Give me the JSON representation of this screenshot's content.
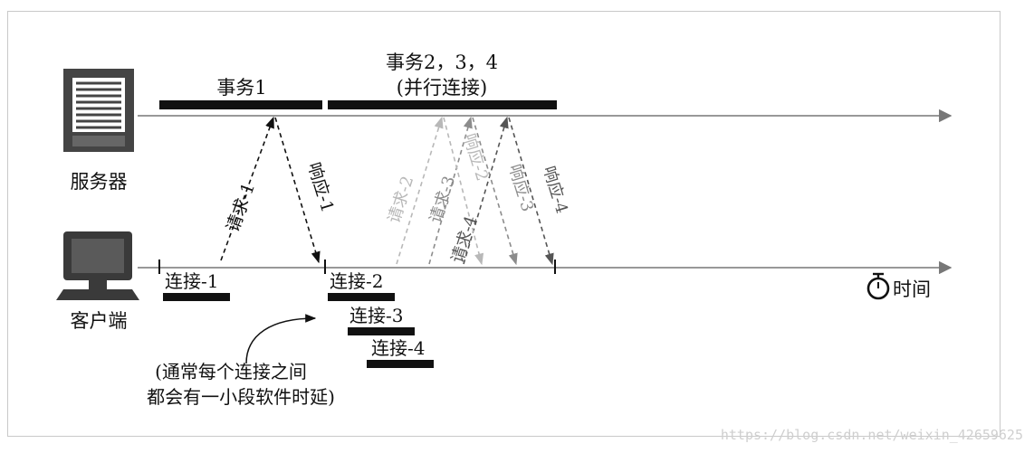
{
  "nodes": {
    "server": "服务器",
    "client": "客户端"
  },
  "transactions": {
    "t1": "事务1",
    "t234": "事务2，3，4",
    "t234_note": "(并行连接)"
  },
  "connections": {
    "c1": "连接-1",
    "c2": "连接-2",
    "c3": "连接-3",
    "c4": "连接-4"
  },
  "arrows": {
    "req1": "请求-1",
    "resp1": "响应-1",
    "req2": "请求-2",
    "req3": "请求-3",
    "req4": "请求-4",
    "resp2": "响应-2",
    "resp3": "响应-3",
    "resp4": "响应-4"
  },
  "axis": {
    "time": "时间"
  },
  "note": {
    "line1": "(通常每个连接之间",
    "line2": "都会有一小段软件时延)"
  },
  "watermark": "https://blog.csdn.net/weixin_42659625",
  "colors": {
    "ink": "#111111",
    "faint": "#b8b8b8",
    "mid": "#8c8c8c",
    "dark": "#555555",
    "timeline": "#777777"
  }
}
